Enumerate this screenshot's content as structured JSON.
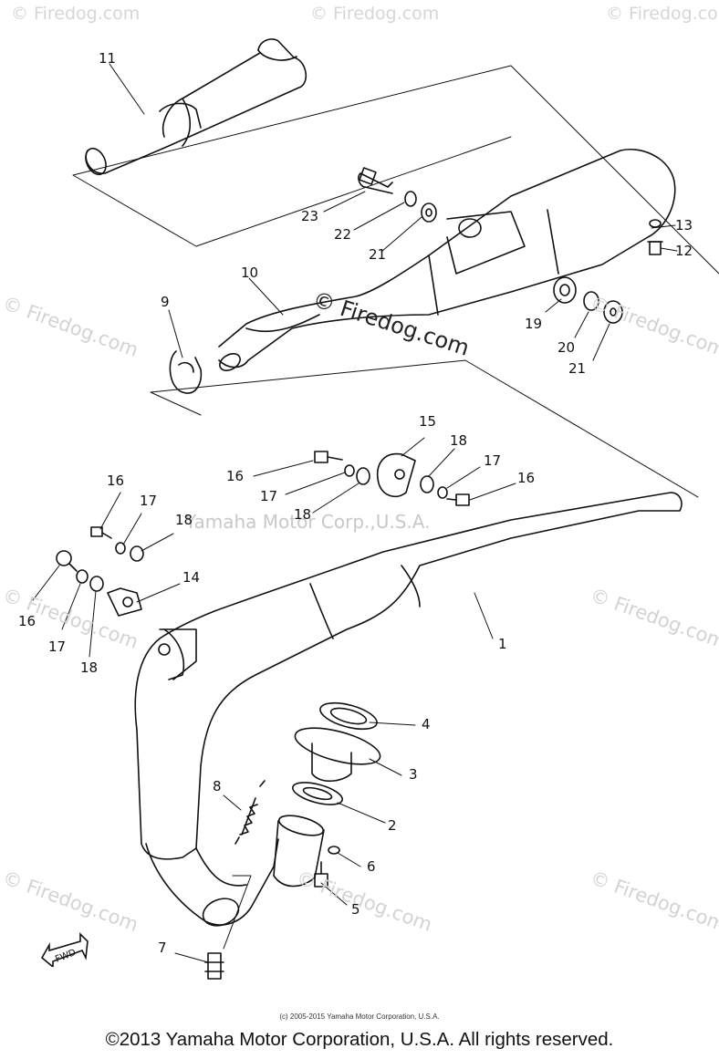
{
  "watermarks": {
    "site": "© Firedog.com",
    "center": "© Firedog.com",
    "brand": "Yamaha Motor Corp.,U.S.A."
  },
  "part_labels": [
    "11",
    "23",
    "22",
    "21",
    "10",
    "9",
    "19",
    "20",
    "21",
    "12",
    "13",
    "15",
    "18",
    "17",
    "16",
    "16",
    "17",
    "18",
    "16",
    "17",
    "18",
    "14",
    "16",
    "17",
    "18",
    "1",
    "4",
    "3",
    "8",
    "2",
    "6",
    "5",
    "7"
  ],
  "fwd_label": "FWD",
  "small_copyright": "(c) 2005-2015 Yamaha Motor Corporation, U.S.A.",
  "footer_copyright": "©2013 Yamaha Motor Corporation, U.S.A. All rights reserved."
}
